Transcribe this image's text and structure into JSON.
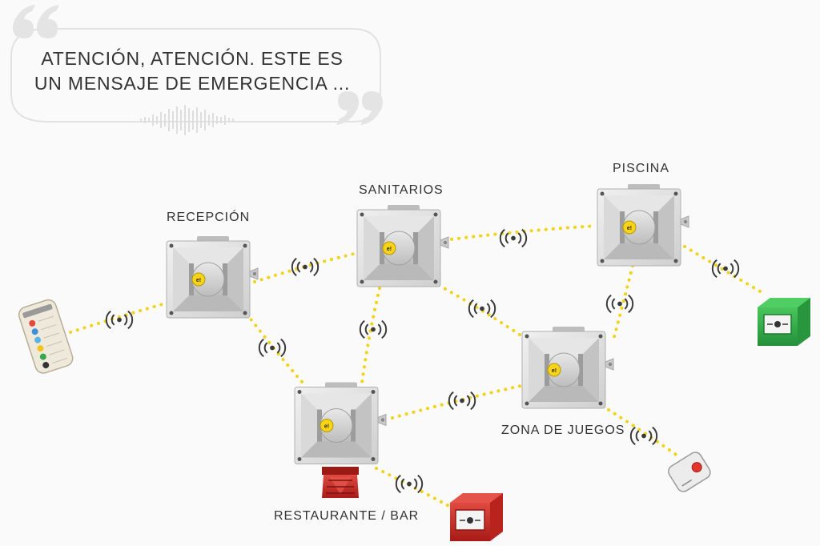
{
  "message": {
    "line1": "ATENCIÓN, ATENCIÓN. ESTE ES",
    "line2": "UN MENSAJE DE EMERGENCIA ..."
  },
  "nodes": {
    "recepcion": "RECEPCIÓN",
    "sanitarios": "SANITARIOS",
    "piscina": "PISCINA",
    "zona_juegos": "ZONA DE JUEGOS",
    "restaurante": "RESTAURANTE / BAR"
  },
  "colors": {
    "link": "#f2d21b",
    "speaker_body": "#e3e3e3",
    "speaker_badge": "#f7d31a",
    "beacon_red": "#c8241e",
    "callpoint_red": "#d42f2a",
    "callpoint_green": "#35b24a"
  },
  "icons": [
    "quote-open-icon",
    "quote-close-icon",
    "waveform-icon",
    "wireless-signal-icon",
    "speaker-siren-icon",
    "red-beacon-icon",
    "manual-call-point-icon",
    "panic-button-icon",
    "remote-control-icon"
  ]
}
